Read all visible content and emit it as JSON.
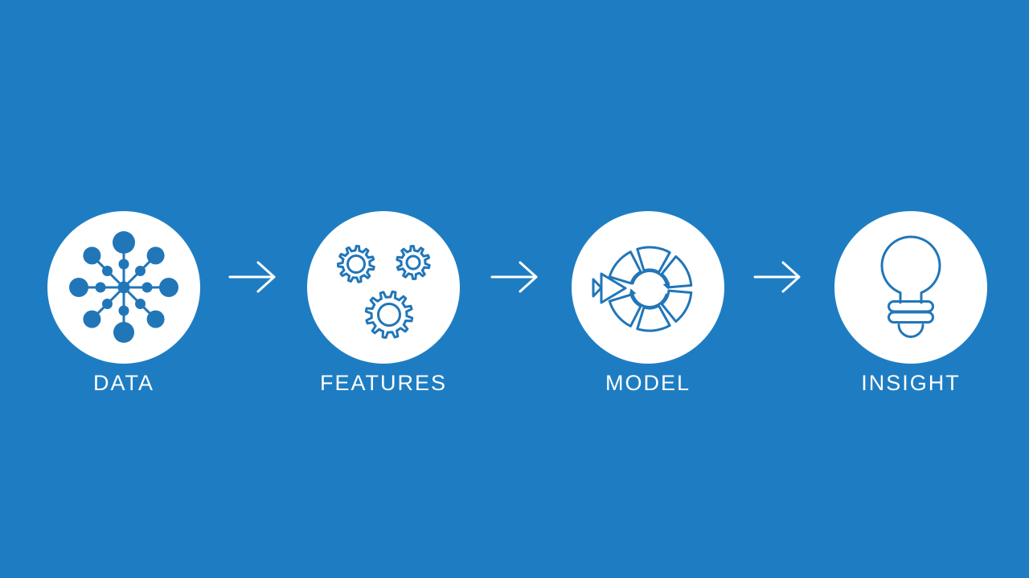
{
  "colors": {
    "bg": "#1e7dc2",
    "icon": "#2176b8",
    "circle": "#ffffff",
    "arrow": "#ffffff",
    "label": "#ffffff"
  },
  "diagram": {
    "type": "horizontal-flow",
    "stages": [
      {
        "label": "DATA",
        "icon": "network-hub-icon"
      },
      {
        "label": "FEATURES",
        "icon": "gears-icon"
      },
      {
        "label": "MODEL",
        "icon": "segmented-cycle-icon"
      },
      {
        "label": "INSIGHT",
        "icon": "lightbulb-icon"
      }
    ],
    "connector": {
      "icon": "arrow-right-icon",
      "count": 3
    }
  }
}
